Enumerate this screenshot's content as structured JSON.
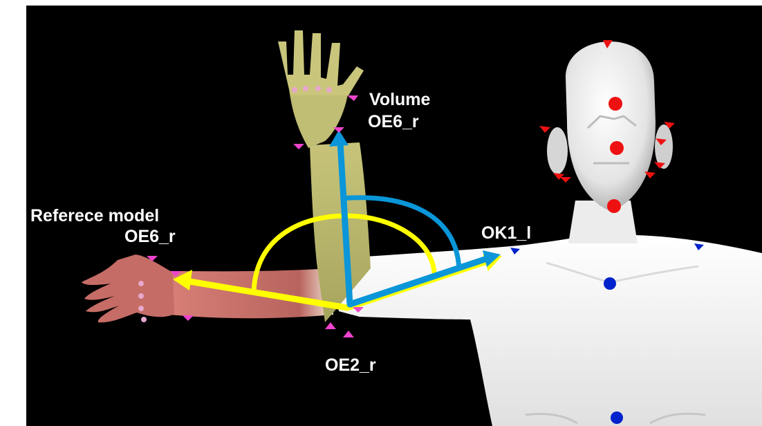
{
  "labels": {
    "volume_line1": "Volume",
    "volume_line2": "OE6_r",
    "reference_line1": "Referece model",
    "reference_line2": "OE6_r",
    "ok1": "OK1_l",
    "oe2": "OE2_r"
  },
  "colors": {
    "background": "#000000",
    "frame": "#ffffff",
    "reference_angle": "#ffff00",
    "volume_angle": "#0099dd",
    "reference_arm": "#c8706a",
    "volume_arm": "#b8b868",
    "body": "#f2f2f2",
    "head_markers": "#ee1111",
    "torso_markers": "#0022cc",
    "arm_markers": "#ee44cc",
    "label_text": "#ffffff"
  }
}
